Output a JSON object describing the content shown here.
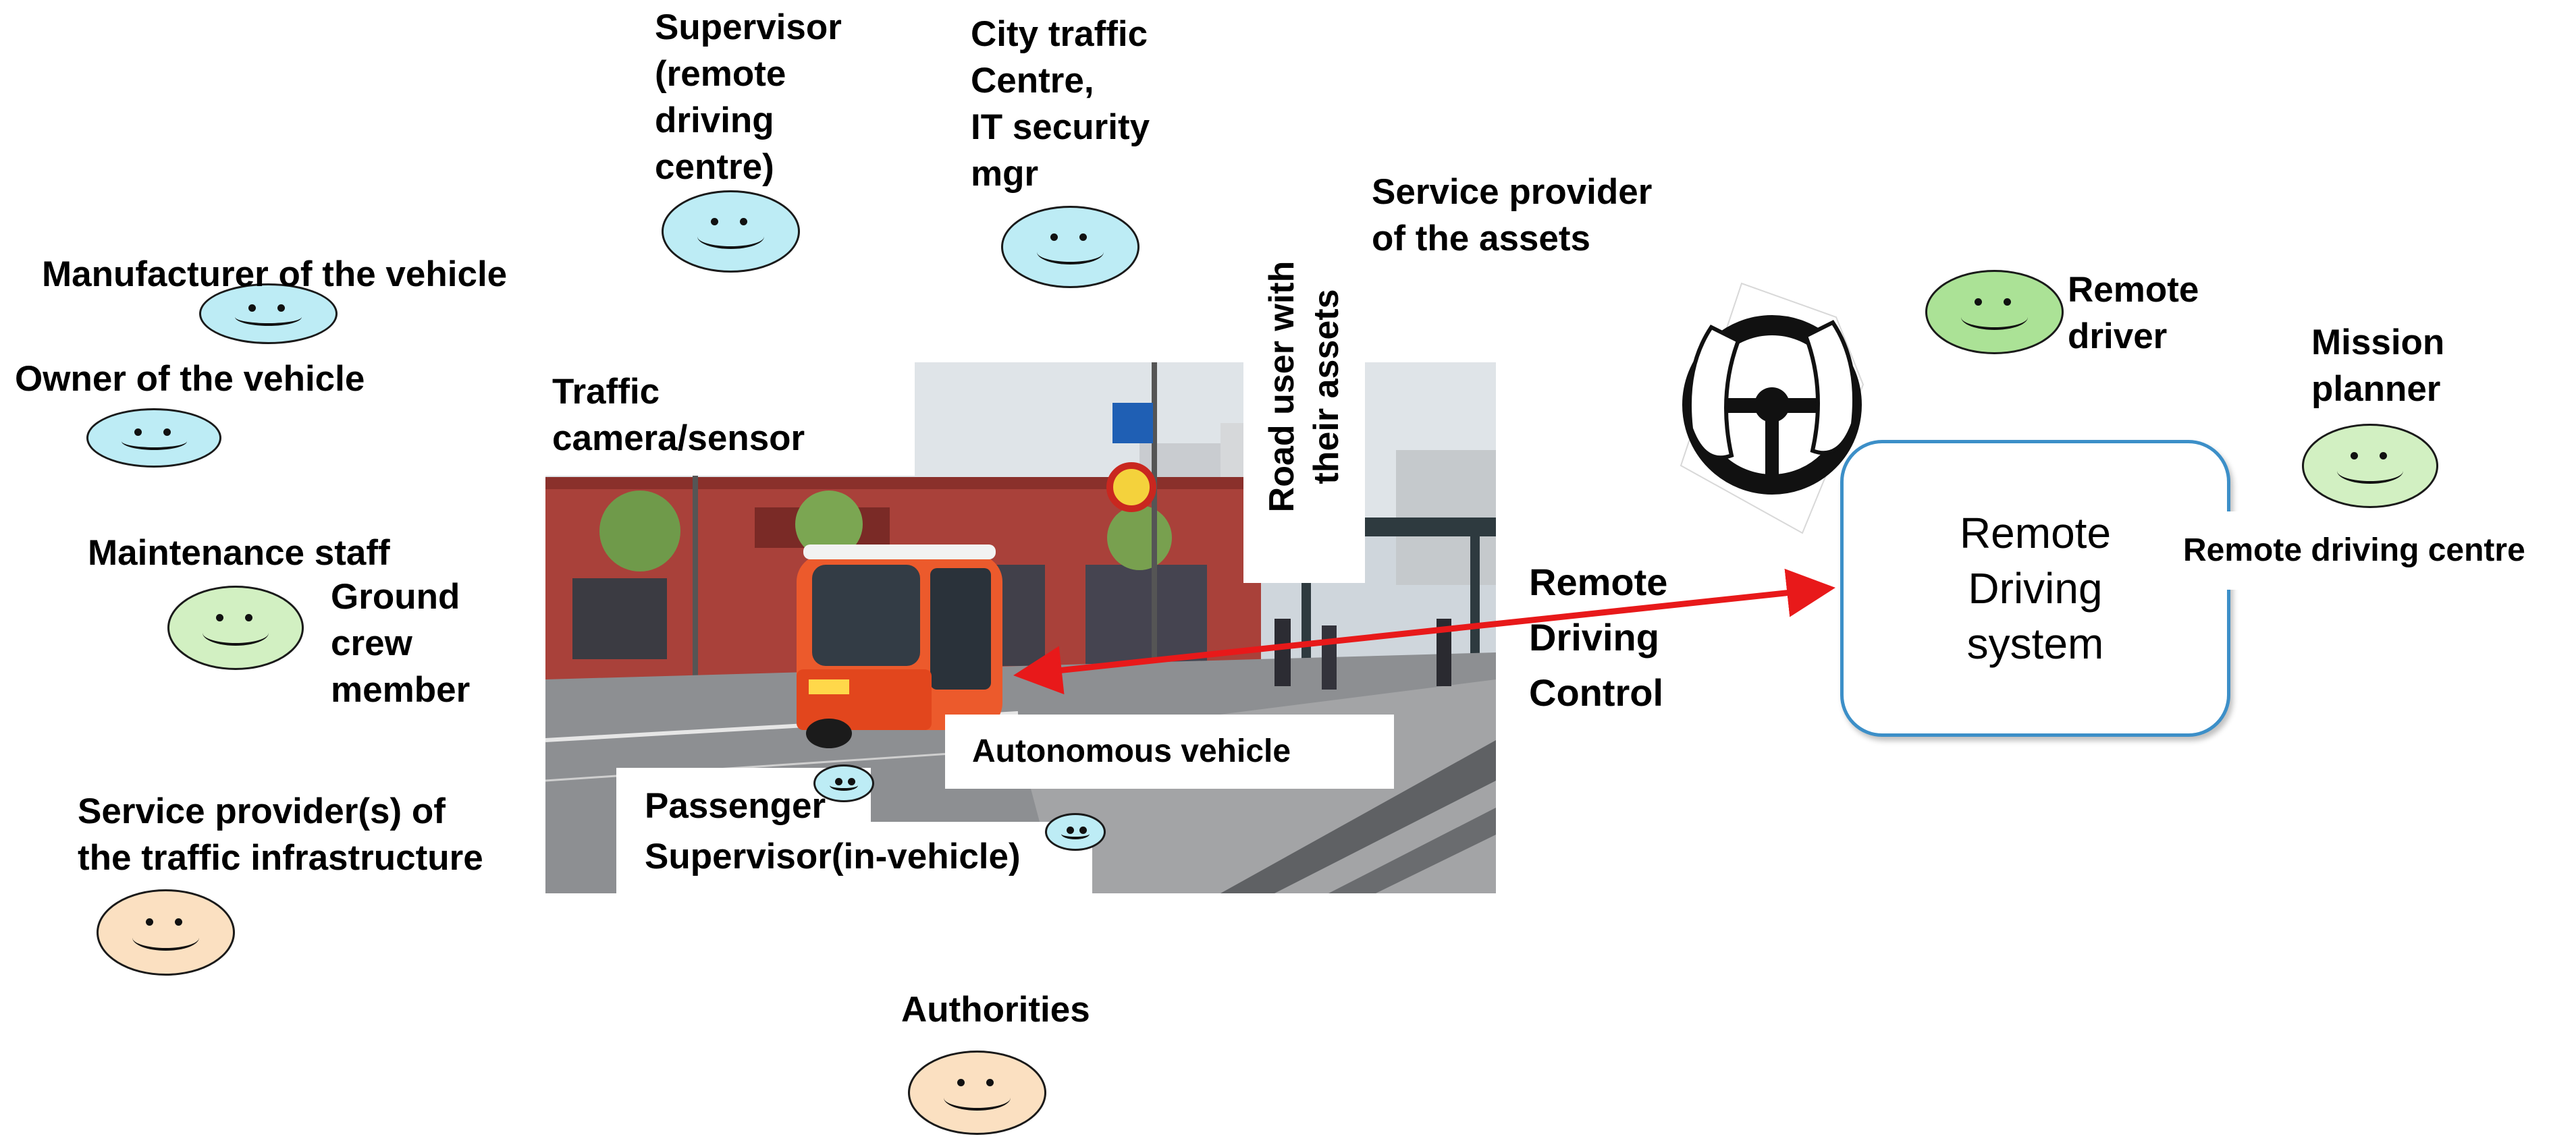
{
  "stakeholders": {
    "supervisor_remote": [
      "Supervisor",
      "(remote",
      "driving",
      "centre)"
    ],
    "city_traffic": [
      "City traffic",
      "Centre,",
      "IT security",
      "mgr"
    ],
    "service_provider_assets": [
      "Service provider",
      "of the assets"
    ],
    "manufacturer": "Manufacturer of the vehicle",
    "owner": "Owner of the vehicle",
    "maintenance": "Maintenance staff",
    "ground_crew": [
      "Ground",
      "crew",
      "member"
    ],
    "service_infra": [
      "Service provider(s) of",
      "the traffic infrastructure"
    ],
    "authorities": "Authorities",
    "remote_driver": [
      "Remote",
      "driver"
    ],
    "mission_planner": [
      "Mission",
      "planner"
    ]
  },
  "scene": {
    "traffic_camera": [
      "Traffic",
      "camera/sensor"
    ],
    "road_user": [
      "Road user with",
      "their assets"
    ],
    "autonomous_vehicle": "Autonomous vehicle",
    "passenger": "Passenger",
    "supervisor_in_vehicle": "Supervisor(in-vehicle)"
  },
  "link": {
    "label": [
      "Remote",
      "Driving",
      "Control"
    ]
  },
  "remote_system": {
    "box_label": [
      "Remote",
      "Driving",
      "system"
    ],
    "centre_tag": "Remote driving centre"
  },
  "colors": {
    "face_cyan": "#bdecf5",
    "face_green_light": "#d2f0c2",
    "face_green": "#abe296",
    "face_peach": "#fbe0c1",
    "arrow": "#e8191a",
    "system_border": "#3c8fc8"
  },
  "icons": [
    "smiley-face-icon",
    "steering-wheel-icon"
  ]
}
